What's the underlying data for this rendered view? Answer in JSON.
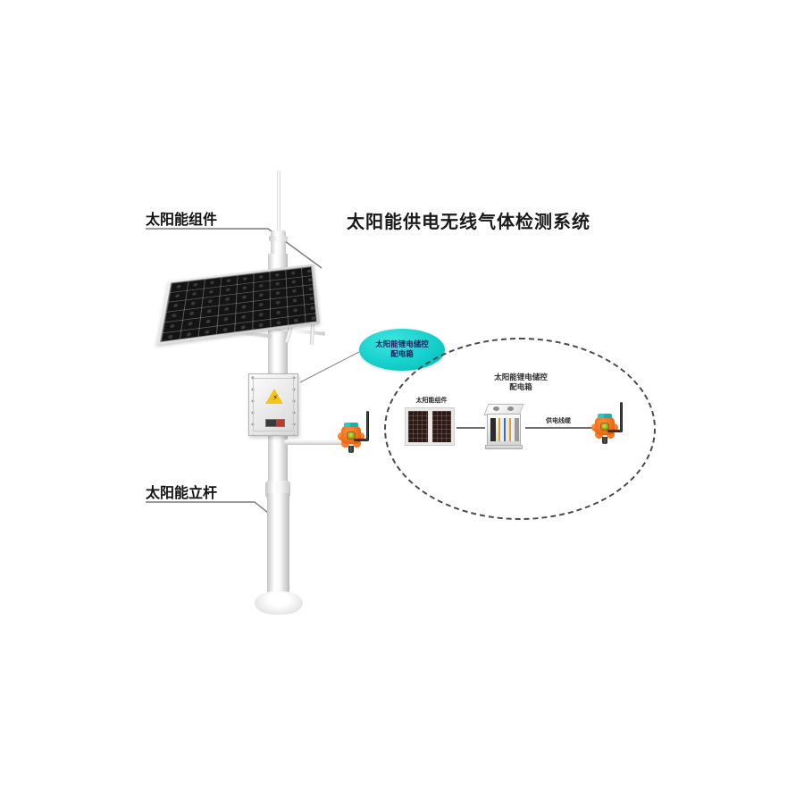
{
  "diagram": {
    "title": "太阳能供电无线气体检测系统",
    "background_color": "#ffffff",
    "accent_color": "#16cfcb",
    "hazard_color": "#f5c518",
    "detector_color": "#f4741f"
  },
  "callouts": [
    {
      "id": "solar-module",
      "label": "太阳能组件"
    },
    {
      "id": "solar-pole",
      "label": "太阳能立杆"
    }
  ],
  "bubble": {
    "line1": "太阳能锂电储控",
    "line2": "配电箱"
  },
  "inset": {
    "box_label_line1": "太阳能锂电储控",
    "box_label_line2": "配电箱",
    "panel_label": "太阳能组件",
    "cable_label": "供电线缆"
  },
  "components": {
    "antenna": "antenna-rod",
    "solar_panel": "solar-panel-array",
    "junction_box": "explosion-proof-junction-box",
    "gas_detector": "wireless-gas-detector",
    "pole": "mounting-pole",
    "pole_base": "pole-base-plate"
  }
}
